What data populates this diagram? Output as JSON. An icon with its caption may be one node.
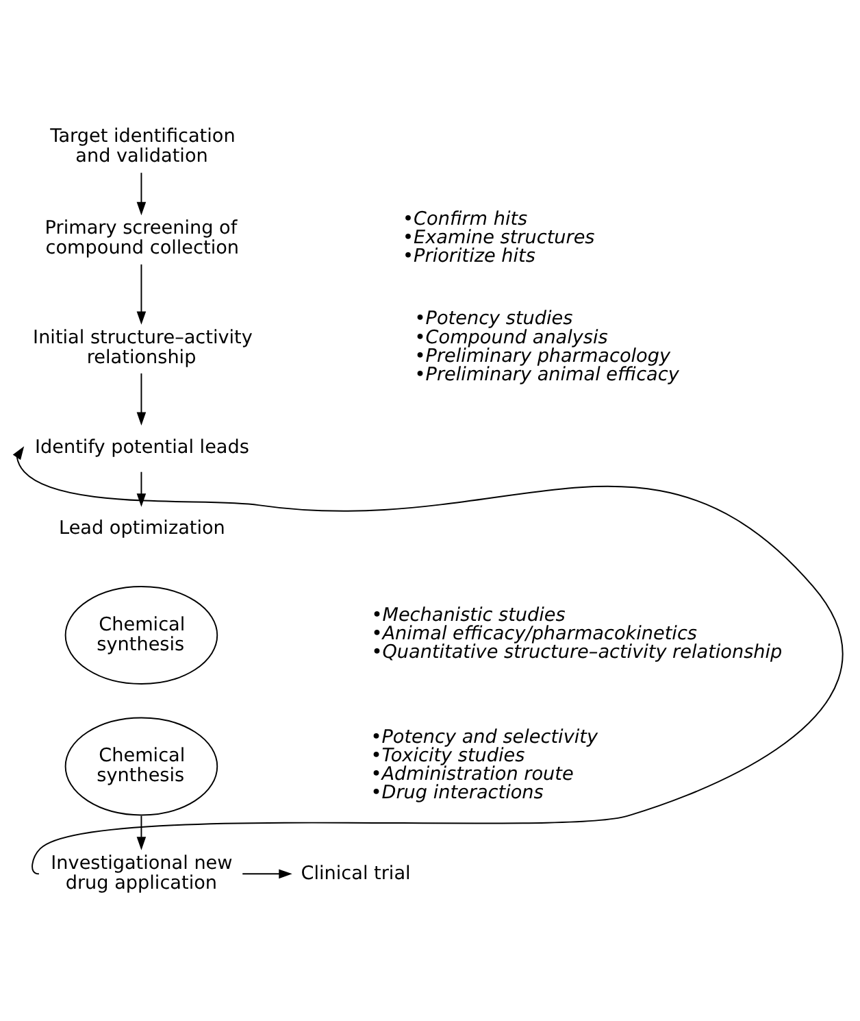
{
  "diagram": {
    "nodes": [
      {
        "text": [
          "Target identification and validation"
        ]
      },
      {
        "text": [
          "Primary screening of compound collection"
        ],
        "beside": [
          "•Confirm hits",
          "•Examine structures",
          "•Prioritize hits"
        ]
      },
      {
        "text": [
          "Initial structure–activity relationship"
        ],
        "beside": [
          "•Potency studies",
          "•Compound analysis",
          "•Preliminary pharmacology",
          "•Preliminary animal efficacy"
        ]
      },
      {
        "text": [
          "Identify potential leads"
        ]
      },
      {
        "text": [
          "Lead optimization"
        ]
      },
      {
        "text": [
          "Chemical synthesis"
        ],
        "beside": [
          "•Mechanistic studies",
          "•Animal efficacy/pharmacokinetics",
          "•Quantitative structure–activity relationship"
        ]
      },
      {
        "text": [
          "Chemical synthesis"
        ],
        "beside": [
          "•Potency and selectivity",
          "•Toxicity studies",
          "•Administration route",
          "•Drug interactions"
        ]
      },
      {
        "text": [
          "Investigational new drug application"
        ]
      },
      {
        "text": [
          "Clinical trial"
        ]
      }
    ],
    "edges": [
      {
        "from": 0,
        "to": 1,
        "arrow": "to"
      },
      {
        "from": 1,
        "to": 2,
        "arrow": "to"
      },
      {
        "from": 2,
        "to": 3,
        "arrow": "to"
      },
      {
        "from": 3,
        "to": 4,
        "arrow": "to"
      },
      {
        "from": 6,
        "to": 7,
        "arrow": "to"
      },
      {
        "from": 7,
        "to": 8,
        "arrow": "to"
      },
      {
        "from": 7,
        "to": 3,
        "arrow": "to"
      }
    ]
  }
}
